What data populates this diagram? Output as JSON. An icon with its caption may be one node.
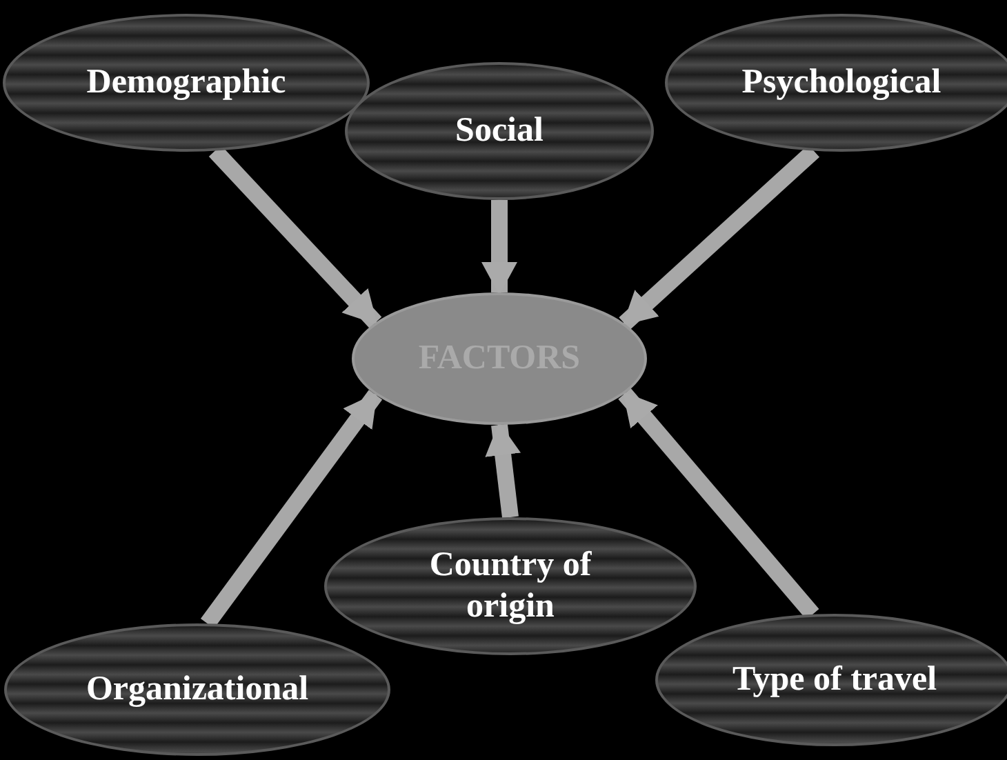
{
  "diagram": {
    "nodes": [
      {
        "text": [
          "Demographic"
        ]
      },
      {
        "text": [
          "Social"
        ]
      },
      {
        "text": [
          "Psychological"
        ]
      },
      {
        "text": [
          "FACTORS"
        ]
      },
      {
        "text": [
          "Country of origin"
        ]
      },
      {
        "text": [
          "Organizational"
        ]
      },
      {
        "text": [
          "Type of travel"
        ]
      }
    ],
    "edges": [
      {
        "from": 0,
        "to": 3,
        "arrow": "to"
      },
      {
        "from": 1,
        "to": 3,
        "arrow": "to"
      },
      {
        "from": 2,
        "to": 3,
        "arrow": "to"
      },
      {
        "from": 4,
        "to": 3,
        "arrow": "to"
      },
      {
        "from": 5,
        "to": 3,
        "arrow": "to"
      },
      {
        "from": 6,
        "to": 3,
        "arrow": "to"
      }
    ]
  }
}
